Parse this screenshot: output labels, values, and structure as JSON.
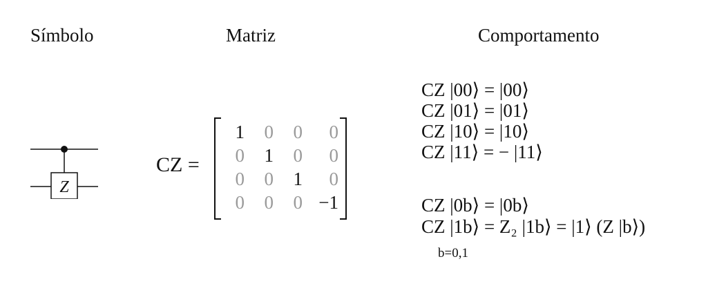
{
  "headers": {
    "symbol": "Símbolo",
    "matrix": "Matriz",
    "behavior": "Comportamento"
  },
  "circuit": {
    "gate_label": "Z"
  },
  "matrix": {
    "label": "CZ =",
    "rows": [
      [
        "1",
        "0",
        "0",
        "0"
      ],
      [
        "0",
        "1",
        "0",
        "0"
      ],
      [
        "0",
        "0",
        "1",
        "0"
      ],
      [
        "0",
        "0",
        "0",
        "−1"
      ]
    ]
  },
  "behavior": {
    "equations": [
      "CZ |00⟩ = |00⟩",
      "CZ |01⟩ = |01⟩",
      "CZ |10⟩ = |10⟩",
      "CZ |11⟩ = − |11⟩"
    ],
    "general": [
      "CZ |0b⟩ = |0b⟩",
      "CZ |1b⟩ = Z₂ |1b⟩ = |1⟩ (Z |b⟩)"
    ],
    "condition": "b=0,1"
  },
  "colors": {
    "ink": "#111111",
    "zero_entries": "#9a9a9a"
  }
}
